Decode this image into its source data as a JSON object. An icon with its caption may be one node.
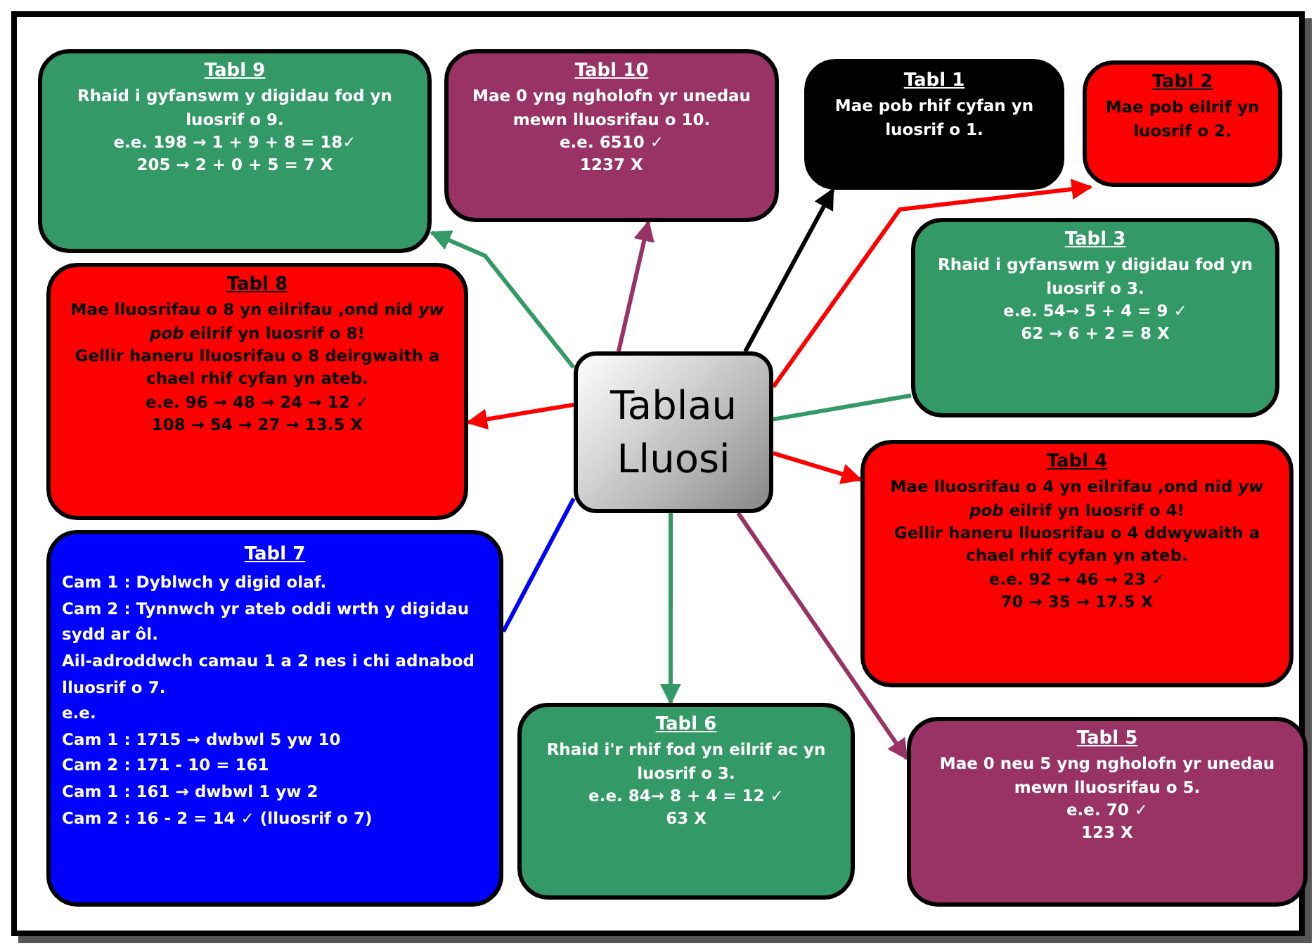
{
  "diagram": {
    "nodes": [
      {
        "text": [
          "Tabl 9",
          "Rhaid i gyfanswm y digidau fod yn luosrif o 9.",
          "e.e. 198 → 1 + 9 + 8 = 18✓",
          "205 → 2 + 0 + 5 = 7 X"
        ]
      },
      {
        "text": [
          "Tabl 10",
          "Mae 0 yng ngholofn yr unedau mewn lluosrifau o 10.",
          "e.e. 6510 ✓",
          "1237 X"
        ]
      },
      {
        "text": [
          "Tabl 1",
          "Mae pob rhif cyfan yn luosrif o 1."
        ]
      },
      {
        "text": [
          "Tabl 2",
          "Mae pob eilrif yn luosrif o 2."
        ]
      },
      {
        "text": [
          "Tabl 3",
          "Rhaid i gyfanswm y digidau fod yn luosrif o 3.",
          "e.e. 54→ 5 + 4 = 9 ✓",
          "62 → 6 + 2 = 8 X"
        ]
      },
      {
        "text": [
          "Tabl 8",
          "Mae lluosrifau o 8 yn eilrifau ,ond nid *yw pob* eilrif yn luosrif o 8!",
          "Gellir haneru lluosrifau o 8 deirgwaith a chael rhif cyfan yn ateb.",
          "e.e. 96 → 48 → 24 → 12 ✓",
          "108 → 54 → 27 → 13.5 X"
        ]
      },
      {
        "text": [
          "Tablau Lluosi"
        ]
      },
      {
        "text": [
          "Tabl 4",
          "Mae lluosrifau o 4 yn eilrifau ,ond nid *yw pob* eilrif yn luosrif o 4!",
          "Gellir haneru lluosrifau o 4 ddwywaith a chael rhif cyfan yn ateb.",
          "e.e. 92 → 46 → 23 ✓",
          "70 → 35 → 17.5 X"
        ]
      },
      {
        "text": [
          "Tabl 7",
          "Cam 1 : Dyblwch y digid olaf.",
          "Cam 2 : Tynnwch yr ateb oddi wrth y digidau sydd ar ôl.",
          "Ail-adroddwch camau 1 a 2 nes i chi adnabod lluosrif o 7.",
          "e.e.",
          "Cam 1 : 1715 → dwbwl 5 yw 10",
          "Cam 2 : 171 - 10 = 161",
          "Cam 1 : 161 → dwbwl 1 yw 2",
          "Cam 2 : 16 - 2 = 14 ✓ (lluosrif o 7)"
        ]
      },
      {
        "text": [
          "Tabl 6",
          "Rhaid i'r rhif fod yn eilrif ac yn luosrif o 3.",
          "e.e. 84→ 8 + 4 = 12 ✓",
          "63 X"
        ]
      },
      {
        "text": [
          "Tabl 5",
          "Mae 0 neu 5 yng ngholofn yr unedau mewn lluosrifau o 5.",
          "e.e. 70 ✓",
          "123 X"
        ]
      }
    ],
    "edges": [
      {
        "from": 6,
        "to": 0,
        "arrow": "to",
        "color": "#339966"
      },
      {
        "from": 6,
        "to": 1,
        "arrow": "to",
        "color": "#993366"
      },
      {
        "from": 6,
        "to": 2,
        "arrow": "to",
        "color": "#000000"
      },
      {
        "from": 6,
        "to": 3,
        "arrow": "to",
        "color": "#ff0000"
      },
      {
        "from": 6,
        "to": 4,
        "arrow": "none",
        "color": "#339966"
      },
      {
        "from": 6,
        "to": 5,
        "arrow": "to",
        "color": "#ff0000"
      },
      {
        "from": 6,
        "to": 7,
        "arrow": "to",
        "color": "#ff0000"
      },
      {
        "from": 6,
        "to": 8,
        "arrow": "none",
        "color": "#0000ff"
      },
      {
        "from": 6,
        "to": 9,
        "arrow": "to",
        "color": "#339966"
      },
      {
        "from": 6,
        "to": 10,
        "arrow": "to",
        "color": "#993366"
      }
    ]
  }
}
